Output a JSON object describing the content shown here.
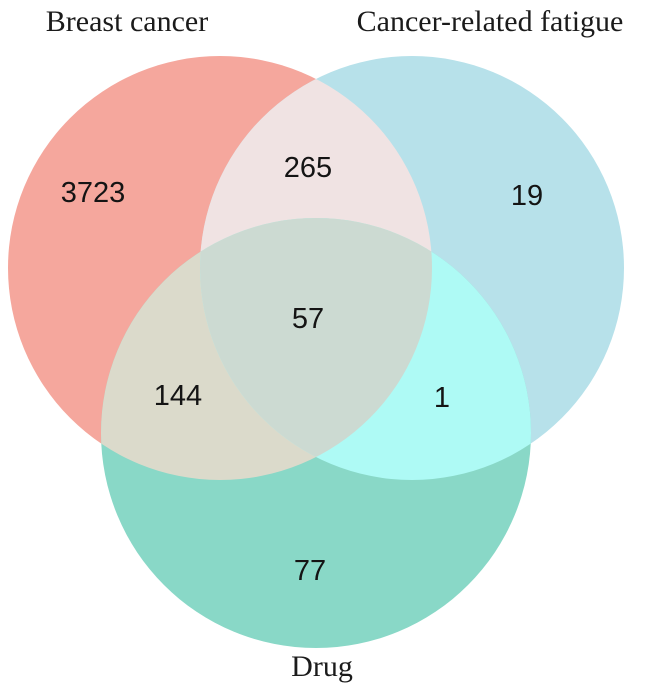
{
  "figure": {
    "background_color": "#ffffff",
    "text_color": "#1b1b1b"
  },
  "venn": {
    "sets": [
      {
        "id": "breast-cancer",
        "label": "Breast cancer",
        "circle_color": "#F5A79D",
        "unique_count": "3723"
      },
      {
        "id": "cancer-related-fatigue",
        "label": "Cancer-related fatigue",
        "circle_color": "#B7E1EA",
        "unique_count": "19"
      },
      {
        "id": "drug",
        "label": "Drug",
        "circle_color": "#89D8C7",
        "unique_count": "77"
      }
    ],
    "overlaps": [
      {
        "between": "Breast cancer + Cancer-related fatigue",
        "count": "265",
        "fill": "#F0E3E3"
      },
      {
        "between": "Breast cancer + Drug",
        "count": "144",
        "fill": "#DBDACB"
      },
      {
        "between": "Cancer-related fatigue + Drug",
        "count": "1",
        "fill": "#AEFAF5"
      },
      {
        "between": "Breast cancer + Cancer-related fatigue + Drug",
        "count": "57",
        "fill": "#CCDAD2"
      }
    ]
  }
}
